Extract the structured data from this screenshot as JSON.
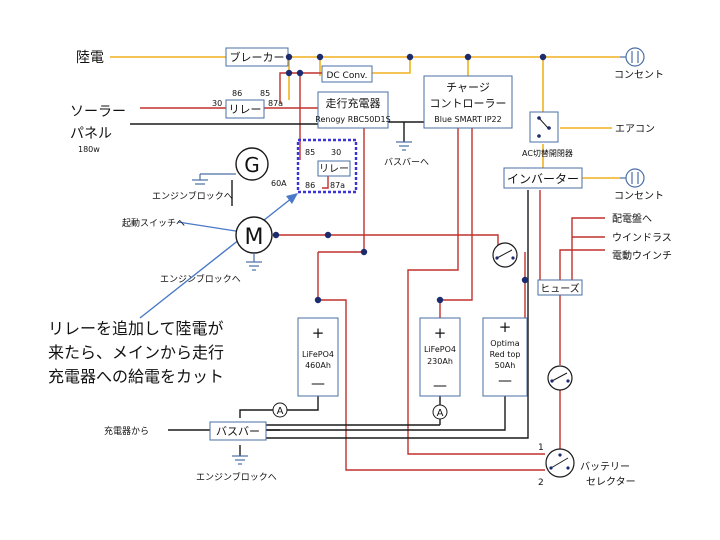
{
  "labels": {
    "shore_power": "陸電",
    "solar_panel_1": "ソーラー",
    "solar_panel_2": "パネル",
    "solar_watt": "180w",
    "outlet_1": "コンセント",
    "outlet_2": "コンセント",
    "aircon": "エアコン",
    "busbar_to": "バスバーへ",
    "engine_block_1": "エンジンブロックへ",
    "engine_block_2": "エンジンブロックへ",
    "engine_block_3": "エンジンブロックへ",
    "start_switch": "起動スイッチへ",
    "to_panel": "配電盤へ",
    "windlass": "ウインドラス",
    "winch": "電動ウインチ",
    "from_charger": "充電器から",
    "note_line1": "リレーを追加して陸電が",
    "note_line2": "来たら、メインから走行",
    "note_line3": "充電器への給電をカット",
    "ac_switch": "AC切替開閉器",
    "battery_selector_1": "バッテリー",
    "battery_selector_2": "セレクター",
    "sel_1": "1",
    "sel_2": "2",
    "g_symbol": "G",
    "m_symbol": "M",
    "amp_60": "60A",
    "pin_30_a": "30",
    "pin_86_a": "86",
    "pin_85_a": "85",
    "pin_87a_a": "87a",
    "pin_85_b": "85",
    "pin_30_b": "30",
    "pin_86_b": "86",
    "pin_87a_b": "87a",
    "amp_meter_1": "A",
    "amp_meter_2": "A"
  },
  "boxes": {
    "breaker": "ブレーカー",
    "dc_conv": "DC Conv.",
    "relay_1": "リレー",
    "relay_2": "リレー",
    "dc_charger_line1": "走行充電器",
    "dc_charger_line2": "Renogy RBC50D1S",
    "charge_ctrl_line1": "チャージ",
    "charge_ctrl_line2": "コントローラー",
    "charge_ctrl_line3": "Blue SMART IP22",
    "inverter": "インバーター",
    "fuse": "ヒューズ",
    "busbar": "バスバー"
  },
  "batteries": [
    {
      "plus": "+",
      "line1": "LiFePO4",
      "line2": "460Ah",
      "minus": "—"
    },
    {
      "plus": "+",
      "line1": "LiFePO4",
      "line2": "230Ah",
      "minus": "—"
    },
    {
      "plus": "+",
      "line1": "Optima",
      "line2": "Red top",
      "line3": "50Ah",
      "minus": "—"
    }
  ],
  "colors": {
    "ac_wire": "#f0b21e",
    "positive_wire": "#c0302c",
    "negative_wire": "#1a1a1a",
    "highlight_box": "#3a33d6",
    "arrow": "#4a79c8"
  }
}
